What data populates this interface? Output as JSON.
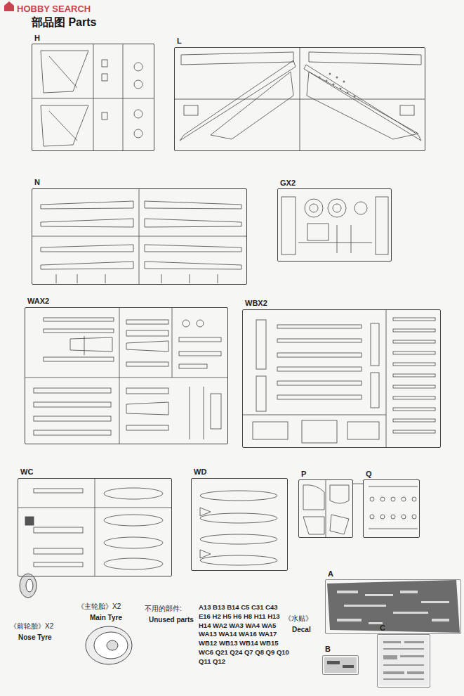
{
  "diagram": {
    "title": "部品图 Parts",
    "nodes": [
      {
        "text": [
          "H"
        ]
      },
      {
        "text": [
          "L"
        ]
      },
      {
        "text": [
          "N"
        ]
      },
      {
        "text": [
          "GX2"
        ]
      },
      {
        "text": [
          "WAX2"
        ]
      },
      {
        "text": [
          "WBX2"
        ]
      },
      {
        "text": [
          "WC"
        ]
      },
      {
        "text": [
          "WD"
        ]
      },
      {
        "text": [
          "P"
        ]
      },
      {
        "text": [
          "Q"
        ]
      },
      {
        "text": [
          "A"
        ]
      },
      {
        "text": [
          "B"
        ]
      },
      {
        "text": [
          "C"
        ]
      }
    ],
    "labels": [
      "HOBBY SEARCH",
      "《前轮胎》X2",
      "Nose Tyre",
      "《主轮胎》X2",
      "Main Tyre",
      "不用的部件:",
      "Unused parts",
      "A13 B13 B14 C5 C31 C43 E16 H2 H5 H6 H8 H11 H13 H14 WA2 WA3 WA4 WA5 WA13 WA14 WA16 WA17 WB12 WB13 WB14 WB15 WC6 Q21 Q24 Q7 Q8 Q9 Q10 Q11 Q12",
      "《水贴》",
      "Decal"
    ]
  }
}
